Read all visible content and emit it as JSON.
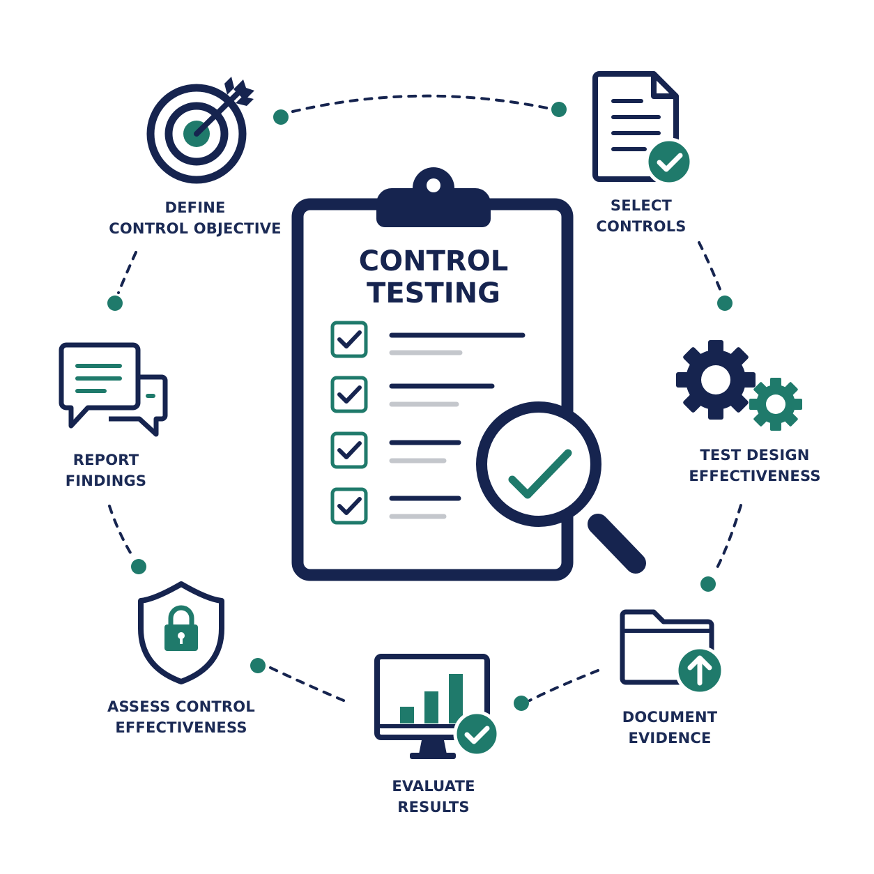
{
  "center": {
    "title_line1": "CONTROL",
    "title_line2": "TESTING"
  },
  "steps": [
    {
      "line1": "DEFINE",
      "line2": "CONTROL OBJECTIVE",
      "icon": "target-icon"
    },
    {
      "line1": "SELECT",
      "line2": "CONTROLS",
      "icon": "document-check-icon"
    },
    {
      "line1": "TEST DESIGN",
      "line2": "EFFECTIVENESS",
      "icon": "gears-icon"
    },
    {
      "line1": "DOCUMENT",
      "line2": "EVIDENCE",
      "icon": "folder-upload-icon"
    },
    {
      "line1": "EVALUATE",
      "line2": "RESULTS",
      "icon": "monitor-chart-icon"
    },
    {
      "line1": "ASSESS CONTROL",
      "line2": "EFFECTIVENESS",
      "icon": "shield-lock-icon"
    },
    {
      "line1": "REPORT",
      "line2": "FINDINGS",
      "icon": "chat-bubbles-icon"
    }
  ],
  "colors": {
    "navy": "#16244f",
    "teal": "#1f7a6b",
    "gray": "#c4c7cc"
  }
}
